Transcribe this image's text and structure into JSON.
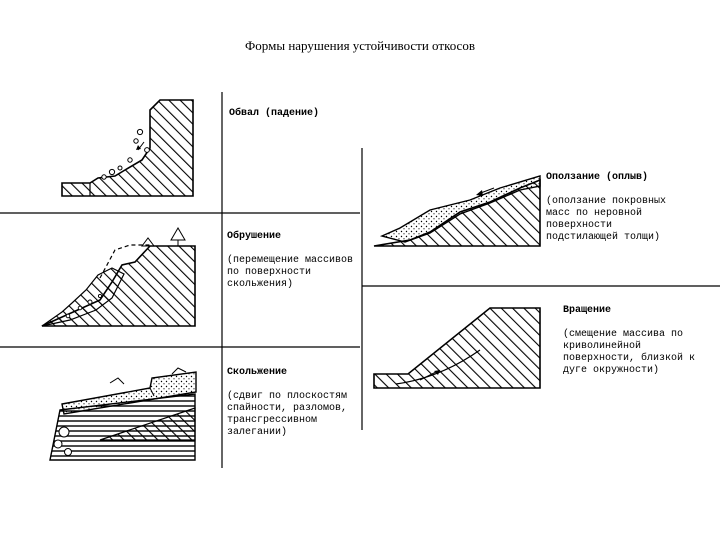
{
  "title": "Формы нарушения устойчивости откосов",
  "panels": {
    "fall": {
      "heading": "Обвал (падение)",
      "desc": ""
    },
    "collapse": {
      "heading": "Обрушение",
      "desc": "(перемещение массивов\nпо поверхности\nскольжения)"
    },
    "slide": {
      "heading": "Скольжение",
      "desc": "(сдвиг по плоскостям\nспайности, разломов,\nтрансгрессивном\nзалегании)"
    },
    "creep": {
      "heading": "Оползание (оплыв)",
      "desc": "(оползание покровных\nмасс по неровной\nповерхности\nподстилающей толщи)"
    },
    "rotation": {
      "heading": "Вращение",
      "desc": "(смещение массива по\nкриволинейной\nповерхности, близкой к\nдуге окружности)"
    }
  },
  "colors": {
    "ink": "#000000",
    "paper": "#ffffff"
  }
}
